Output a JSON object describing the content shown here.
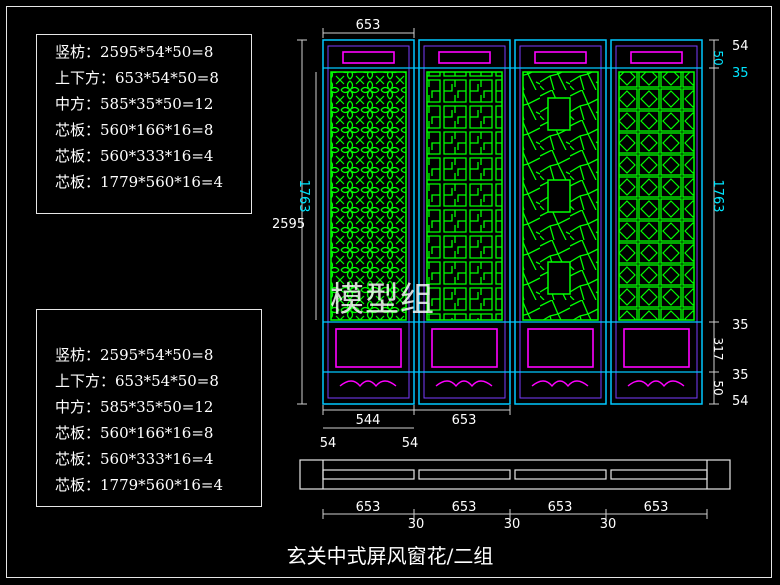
{
  "spec_tables": [
    {
      "rows": [
        "竖枋：2595*54*50=8",
        "上下方：653*54*50=8",
        "中方：585*35*50=12",
        "芯板：560*166*16=8",
        "芯板：560*333*16=4",
        "芯板：1779*560*16=4"
      ]
    },
    {
      "rows": [
        "竖枋：2595*54*50=8",
        "上下方：653*54*50=8",
        "中方：585*35*50=12",
        "芯板：560*166*16=8",
        "芯板：560*333*16=4",
        "芯板：1779*560*16=4"
      ]
    }
  ],
  "dimensions": {
    "top_width": "653",
    "left_total_height": "2595",
    "left_lattice_height": "1763",
    "right_lattice_height": "1763",
    "right_top_rail": "54",
    "right_top_gap": "50",
    "right_top_mid": "35",
    "right_mid_rail": "35",
    "right_lower_panel": "317",
    "right_lower_mid": "35",
    "right_bottom_gap": "50",
    "right_bottom_rail": "54",
    "bottom_inner_width": "544",
    "bottom_panel_width": "653",
    "bottom_left_stile": "54",
    "bottom_right_stile": "54",
    "plan_widths": [
      "653",
      "653",
      "653",
      "653"
    ],
    "plan_gaps": [
      "30",
      "30",
      "30"
    ]
  },
  "caption": "玄关中式屏风窗花/二组",
  "watermark": "模型组",
  "colors": {
    "frame": "#00c8ff",
    "rail": "#ff00ff",
    "lattice": "#00ff00",
    "dim_text": "#ffffff",
    "dim_text_cyan": "#00e5ff",
    "line": "#d0d0d0"
  }
}
